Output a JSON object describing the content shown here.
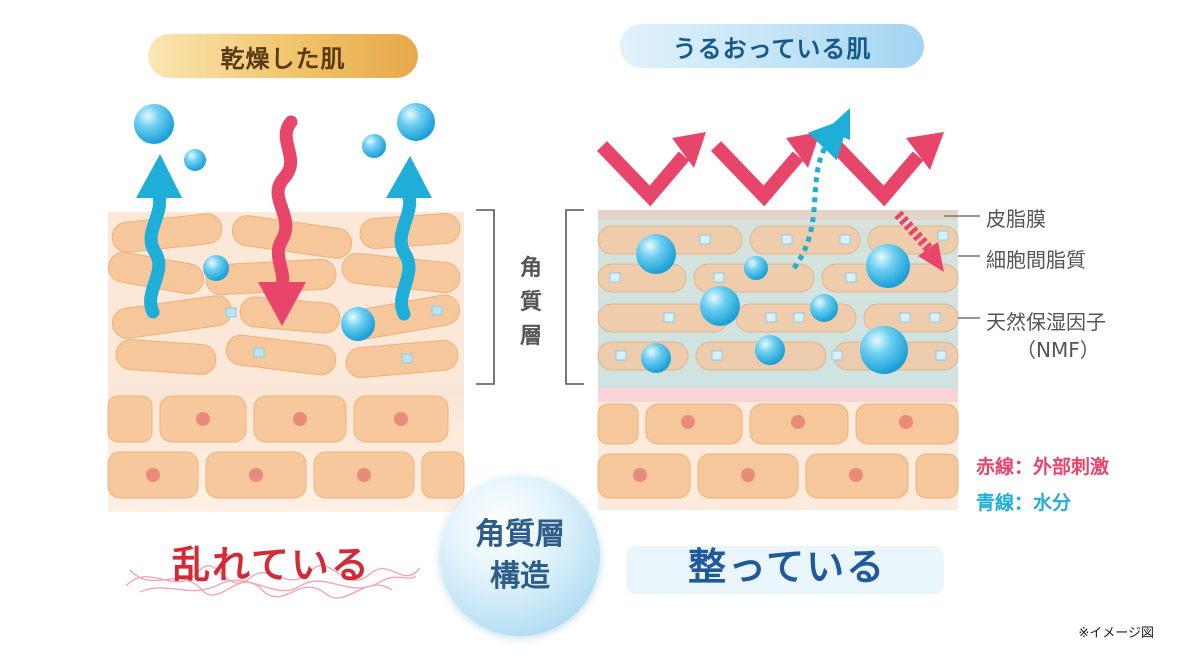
{
  "left_panel": {
    "title": "乾燥した肌",
    "status": "乱れている"
  },
  "right_panel": {
    "title": "うるおっている肌",
    "status": "整っている"
  },
  "stratum_label": "角\n質\n層",
  "layer_labels": {
    "sebum": "皮脂膜",
    "intercellular_lipids": "細胞間脂質",
    "nmf_line1": "天然保湿因子",
    "nmf_line2": "（NMF）"
  },
  "legend": {
    "red": "赤線：外部刺激",
    "blue": "青線：水分"
  },
  "center_bubble": "角質層\n構造",
  "note": "※イメージ図",
  "colors": {
    "red_arrow": "#e8456a",
    "blue_arrow": "#1eaed8",
    "cell_fill": "#f6c79b",
    "dry_title_text": "#5a3a14",
    "moist_title_text": "#155a8a",
    "left_status": "#d22b35",
    "right_status": "#1f5a9a",
    "legend_red": "#e8456a",
    "legend_blue": "#1eaed8"
  },
  "icons": [
    "water-droplet-icon",
    "red-zigzag-arrow-icon",
    "blue-wavy-arrow-icon",
    "dotted-arrow-icon",
    "scribble-icon"
  ]
}
